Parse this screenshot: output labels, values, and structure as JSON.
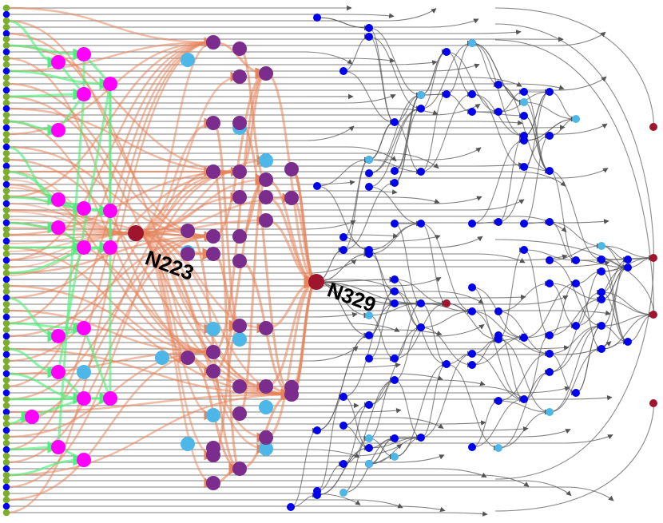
{
  "diagram": {
    "type": "layered-network",
    "highlighted_nodes": [
      {
        "id": "N223",
        "label": "N223"
      },
      {
        "id": "N329",
        "label": "N329"
      }
    ],
    "colors": {
      "input_node": "#7cad2e",
      "blue_node": "#0000ee",
      "light_blue_node": "#4db8e8",
      "magenta_node": "#ff00ff",
      "purple_node": "#7b2d8e",
      "crimson_node": "#a0152e",
      "green_edge": "#4ef07a",
      "orange_edge": "#e8845a",
      "gray_edge": "#555555"
    }
  }
}
